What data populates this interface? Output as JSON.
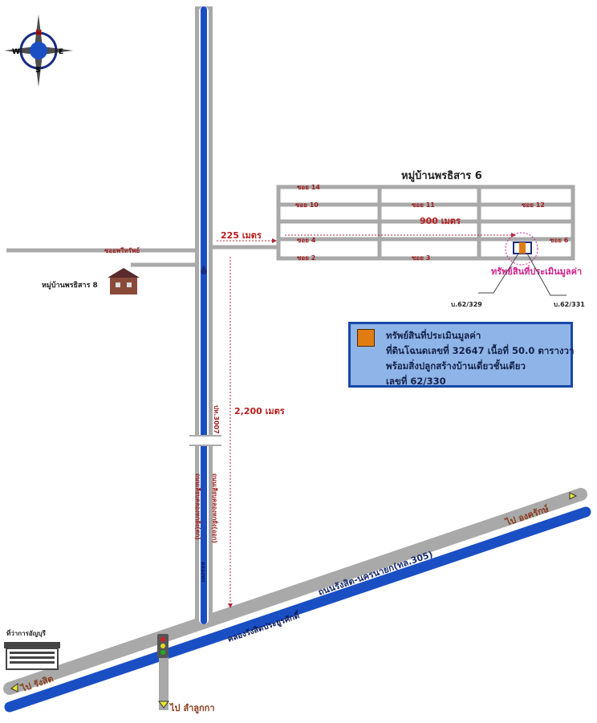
{
  "compass": {
    "n": "N",
    "s": "S",
    "e": "E",
    "w": "W"
  },
  "village_top": {
    "title": "หมู่บ้านพรธิสาร 6",
    "sois": [
      "ซอย 14",
      "ซอย 10",
      "ซอย 11",
      "ซอย 12",
      "ซอย 4",
      "ซอย 2",
      "ซอย 3",
      "ซอย 6"
    ],
    "distance": "900 เมตร"
  },
  "property_label": "ทรัพย์สินที่ประเมินมูลค่า",
  "neighbors": {
    "left": "บ.62/329",
    "right": "บ.62/331"
  },
  "distances": {
    "soi_entry": "225 เมตร",
    "main_road": "2,200 เมตร"
  },
  "left_soi": "ซอยพรีทรัพย์",
  "village_left": "หมู่บ้านพรธิสาร 8",
  "vertical_road": {
    "code": "ปท.3007",
    "west": "ถนนเลียบคลองหกฝั่ง(ตก)",
    "east": "ถนนเลียบคลองหกฝั่ง(ออก)",
    "canal": "คลองหก"
  },
  "main_road": {
    "name": "ถนนรังสิต-นครนายก(ทล.305)",
    "canal": "คลองรังสิตประยูรศักดิ์"
  },
  "directions": {
    "east": "ไป องครักษ์",
    "west": "ไป รังสิต",
    "south": "ไป ลำลูกกา"
  },
  "landmark": "ที่ว่าการอัญบุรี",
  "legend": {
    "line1": "ทรัพย์สินที่ประเมินมูลค่า",
    "line2": "ที่ดินโฉนดเลขที่ 32647  เนื้อที่ 50.0 ตารางวา",
    "line3": "พร้อมสิ่งปลูกสร้างบ้านเดี่ยวชั้นเดียว",
    "line4": "เลขที่ 62/330"
  },
  "colors": {
    "road": "#a9a9a9",
    "canal": "#1a4fc4",
    "label_red": "#9c1c1c",
    "property": "#e07c12",
    "highlight": "#d0208a"
  }
}
